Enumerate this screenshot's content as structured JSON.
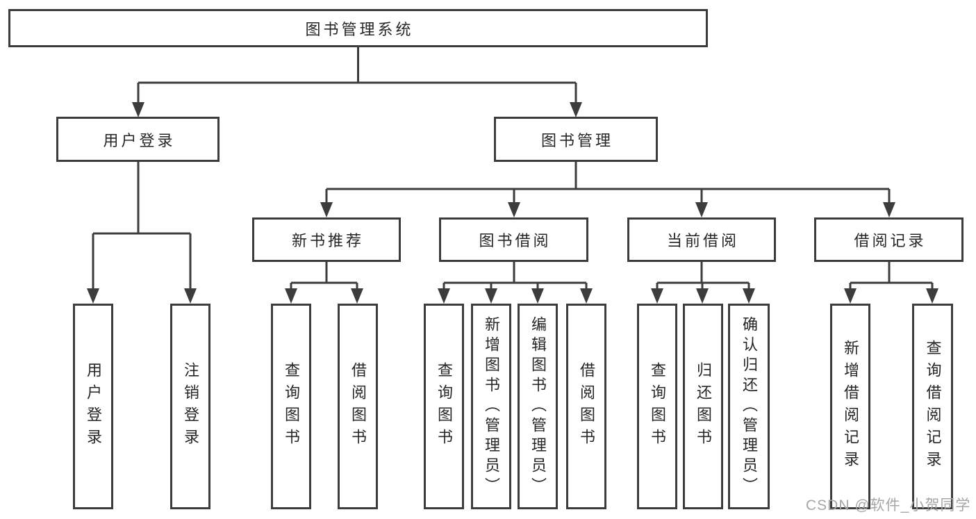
{
  "diagram": {
    "root": {
      "label": "图书管理系统"
    },
    "branches": [
      {
        "label": "用户登录",
        "children": [
          {
            "label": "用户登录"
          },
          {
            "label": "注销登录"
          }
        ]
      },
      {
        "label": "图书管理",
        "children": [
          {
            "label": "新书推荐",
            "children": [
              {
                "label": "查询图书"
              },
              {
                "label": "借阅图书"
              }
            ]
          },
          {
            "label": "图书借阅",
            "children": [
              {
                "label": "查询图书"
              },
              {
                "label": "新增图书（管理员）"
              },
              {
                "label": "编辑图书（管理员）"
              },
              {
                "label": "借阅图书"
              }
            ]
          },
          {
            "label": "当前借阅",
            "children": [
              {
                "label": "查询图书"
              },
              {
                "label": "归还图书"
              },
              {
                "label": "确认归还（管理员）"
              }
            ]
          },
          {
            "label": "借阅记录",
            "children": [
              {
                "label": "新增借阅记录"
              },
              {
                "label": "查询借阅记录"
              }
            ]
          }
        ]
      }
    ],
    "watermark": "CSDN @软件_小贺同学",
    "colors": {
      "line": "#3c3c3c",
      "text": "#262626",
      "background": "#ffffff",
      "watermark": "#a6a6a6"
    }
  }
}
